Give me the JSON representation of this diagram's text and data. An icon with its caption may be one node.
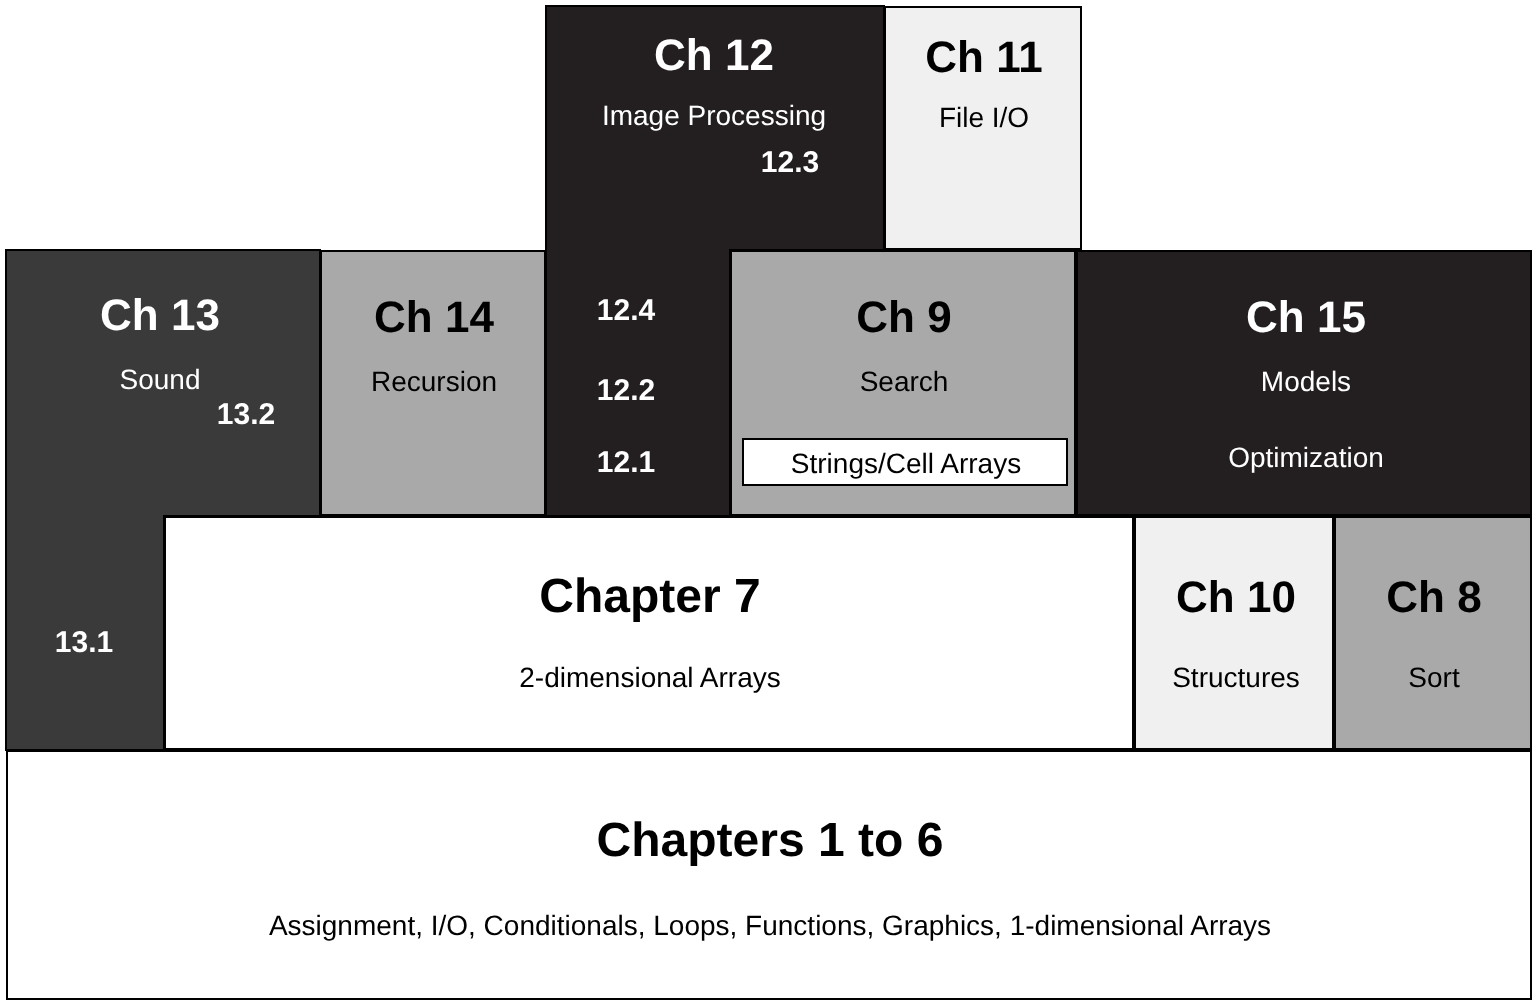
{
  "diagram": {
    "nodes": [
      {
        "text": [
          "Ch 12",
          "Image Processing",
          "12.3",
          "12.4",
          "12.2",
          "12.1"
        ]
      },
      {
        "text": [
          "Ch 11",
          "File I/O"
        ]
      },
      {
        "text": [
          "Ch 13",
          "Sound",
          "13.2",
          "13.1"
        ]
      },
      {
        "text": [
          "Ch 14",
          "Recursion"
        ]
      },
      {
        "text": [
          "Ch 9",
          "Search"
        ]
      },
      {
        "text": [
          "Strings/Cell Arrays"
        ],
        "in": 4
      },
      {
        "text": [
          "Ch 15",
          "Models",
          "Optimization"
        ]
      },
      {
        "text": [
          "Chapter 7",
          "2-dimensional Arrays"
        ]
      },
      {
        "text": [
          "Ch 10",
          "Structures"
        ]
      },
      {
        "text": [
          "Ch 8",
          "Sort"
        ]
      },
      {
        "text": [
          "Chapters 1 to 6",
          "Assignment, I/O, Conditionals, Loops, Functions, Graphics, 1-dimensional Arrays"
        ]
      }
    ]
  }
}
